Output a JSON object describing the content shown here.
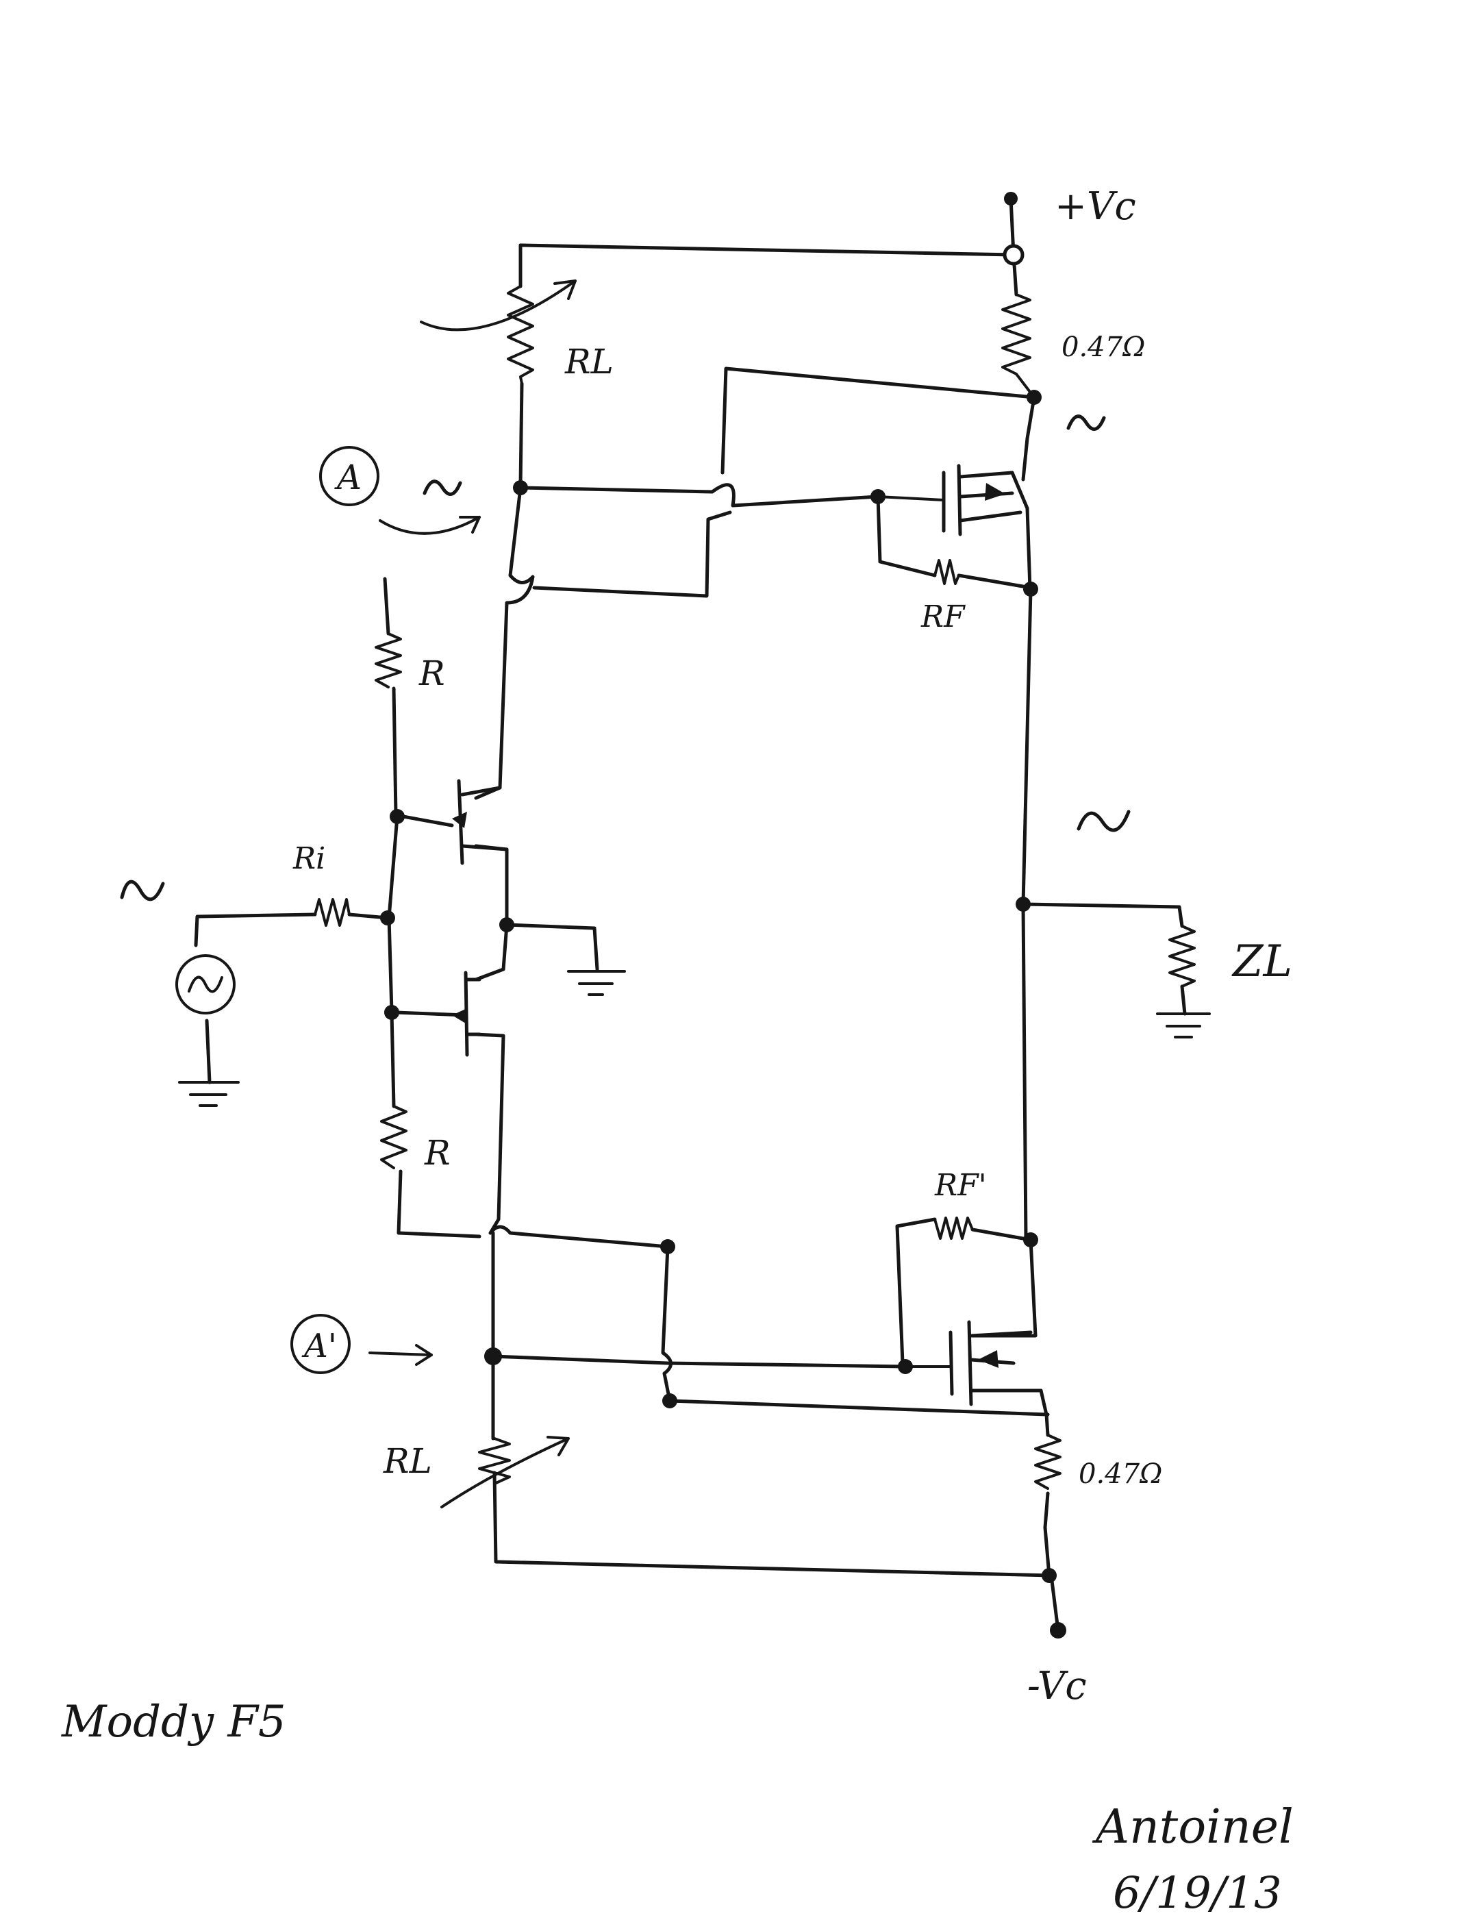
{
  "supply": {
    "positive": "+Vc",
    "negative": "-Vc"
  },
  "labels": {
    "RL_top": "RL",
    "RL_bottom": "RL",
    "R_top": "R",
    "R_bottom": "R",
    "Ri": "Ri",
    "RF_top": "RF",
    "RF_bottom": "RF'",
    "ZL": "ZL",
    "shunt_top": "0.47Ω",
    "shunt_bottom": "0.47Ω",
    "node_A": "A",
    "node_A_prime": "A'"
  },
  "caption": "Moddy F5",
  "signature": {
    "author": "Antoinel",
    "date": "6/19/13"
  },
  "colors": {
    "ink": "#161616",
    "paper": "#ffffff"
  }
}
